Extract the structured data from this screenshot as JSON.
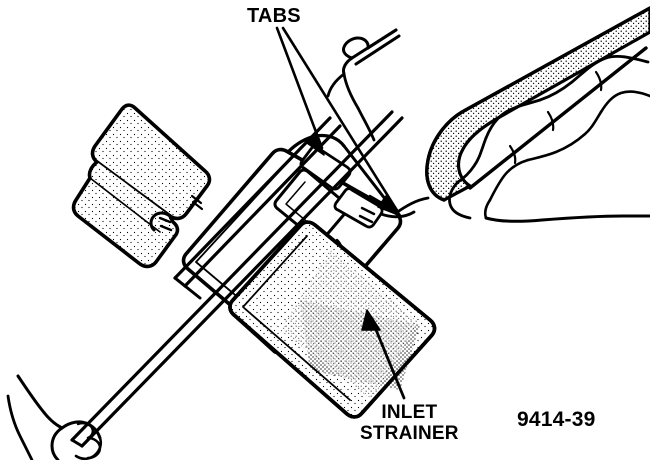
{
  "figure": {
    "type": "technical-line-illustration",
    "background_color": "#ffffff",
    "ink_color": "#000000",
    "figure_number": "9414-39",
    "subject": "Hands removing inlet strainer, tabs indicated"
  },
  "labels": {
    "tabs": "TABS",
    "inlet_line1": "INLET",
    "inlet_line2": "STRAINER",
    "figure_id": "9414-39"
  },
  "callouts": [
    {
      "name": "tabs",
      "text": "TABS",
      "leader_count": 2
    },
    {
      "name": "inlet-strainer",
      "text": "INLET STRAINER",
      "leader_count": 1
    }
  ]
}
